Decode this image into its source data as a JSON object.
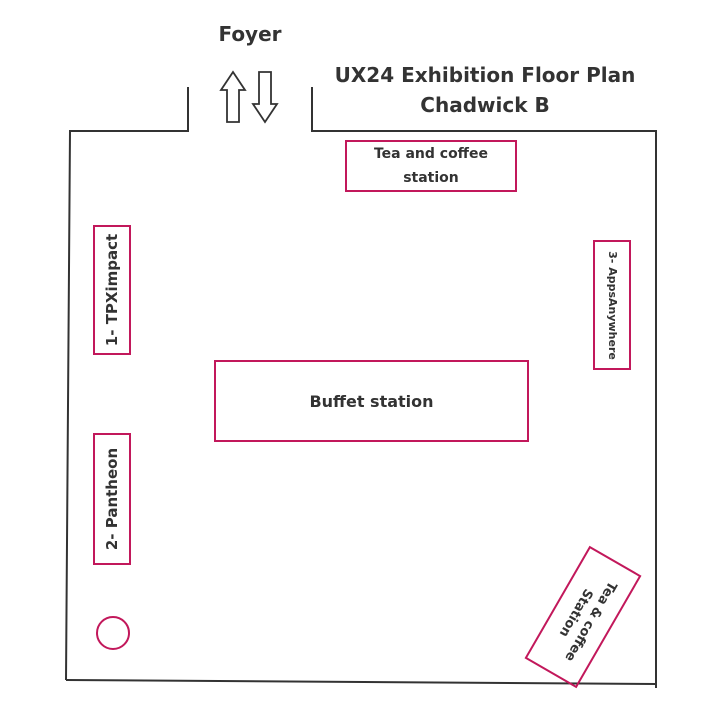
{
  "title": {
    "line1": "UX24 Exhibition Floor Plan",
    "line2": "Chadwick B"
  },
  "entrance": {
    "label": "Foyer"
  },
  "stations": {
    "tea_top": [
      "Tea and coffee",
      "station"
    ],
    "buffet": "Buffet station",
    "tea_bottom": [
      "Tea & coffee",
      "Station"
    ]
  },
  "exhibitors": {
    "tpx": "1- TPXimpact",
    "pantheon": "2- Pantheon",
    "apps": "3- AppsAnywhere"
  },
  "colors": {
    "accent": "#c2185b",
    "walls": "#333333"
  }
}
